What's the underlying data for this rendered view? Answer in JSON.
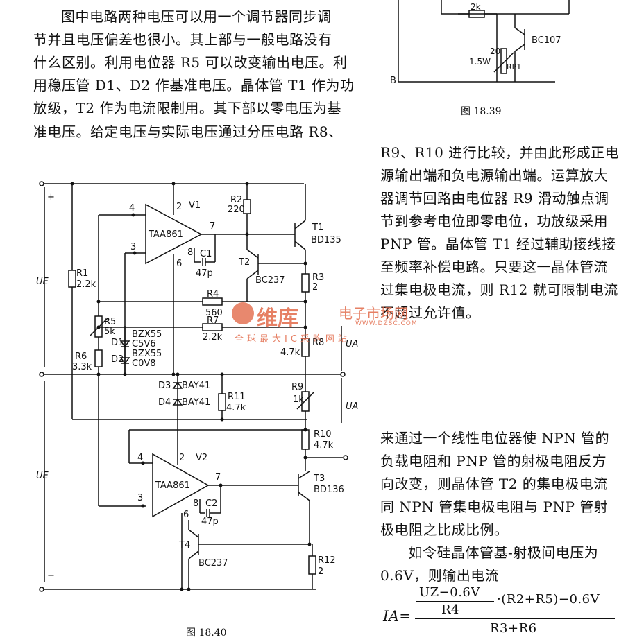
{
  "left_paragraph": [
    "图中电路两种电压可以用一个调节器同步调",
    "节并且电压偏差也很小。其上部与一般电路没有",
    "什么区别。利用电位器 R5 可以改变输出电压。利",
    "用稳压管 D1、D2 作基准电压。晶体管 T1 作为功",
    "放级，T2 作为电流限制用。其下部以零电压为基",
    "准电压。给定电压与实际电压通过分压电路 R8、"
  ],
  "right_paragraph": [
    "R9、R10 进行比较，并由此形成正电",
    "源输出端和负电源输出端。运算放大",
    "器调节回路由电位器 R9 滑动触点调",
    "节到参考电位即零电位，功放级采用",
    "PNP 管。晶体管 T1 经过辅助接线接",
    "至频率补偿电路。只要这一晶体管流",
    "过集电极电流，则 R12 就可限制电流",
    "不超过允许值。"
  ],
  "right_paragraph2": [
    "来通过一个线性电位器使 NPN 管的",
    "负载电阻和 PNP 管的射极电阻反方",
    "向改变，则晶体管 T2 的集电极电流",
    "同 NPN 管集电极电阻与 PNP 管射",
    "极电阻之比成比例。",
    "　如令硅晶体管基-射极间电压为",
    "0.6V，则输出电流"
  ],
  "formula": {
    "lhs": "IA=",
    "num_top": "UZ−0.6V",
    "num_bottom": "R4",
    "num_rest": "·(R2+R5)−0.6V",
    "den": "R3+R6"
  },
  "captions": {
    "fig39": "图 18.39",
    "fig40": "图 18.40"
  },
  "fig39_labels": {
    "r2k": "2k",
    "transistor": "BC107",
    "pot_value": "20",
    "pot_power": "1.5W",
    "pot_name": "RP1",
    "node_b": "B"
  },
  "circuit_labels": {
    "v1": "V1",
    "v2": "V2",
    "ic1": "TAA861",
    "ic2": "TAA861",
    "p4a": "4",
    "p3a": "3",
    "p2a": "2",
    "p7a": "7",
    "p8a": "8",
    "p6a": "6",
    "p4b": "4",
    "p3b": "3",
    "p2b": "2",
    "p7b": "7",
    "p8b": "8",
    "p6b": "6",
    "c1": "C1",
    "c1v": "47p",
    "c2": "C2",
    "c2v": "47p",
    "r1": "R1",
    "r1v": "2.2k",
    "r2": "R2",
    "r2v": "220",
    "r3": "R3",
    "r3v": "2",
    "r4": "R4",
    "r4v": "560",
    "r5": "R5",
    "r5v": "5k",
    "r6": "R6",
    "r6v": "3.3k",
    "r7": "R7",
    "r7v": "2.2k",
    "r8": "R8",
    "r8v": "4.7k",
    "r9": "R9",
    "r9v": "1k",
    "r10": "R10",
    "r10v": "4.7k",
    "r11": "R11",
    "r11v": "4.7k",
    "r12": "R12",
    "r12v": "2",
    "t1": "T1",
    "t1v": "BD135",
    "t2": "T2",
    "t2v": "BC237",
    "t3": "T3",
    "t3v": "BD136",
    "t4": "T4",
    "t4v": "BC237",
    "d1": "D1",
    "d1v": "BZX55",
    "d1v2": "C5V6",
    "d2": "D2",
    "d2v": "BZX55",
    "d2v2": "C0V8",
    "d3": "D3",
    "d3v": "BAY41",
    "d4": "D4",
    "d4v": "BAY41",
    "ue_top": "UE",
    "ue_bot": "UE",
    "ua_top": "UA",
    "ua_bot": "UA",
    "plus": "+",
    "minus": "−"
  },
  "watermark": {
    "brand": "维库",
    "site_cn": "电子市场网",
    "url": "WWW.DZSC.COM",
    "slogan": "全球最大IC采购网站"
  }
}
